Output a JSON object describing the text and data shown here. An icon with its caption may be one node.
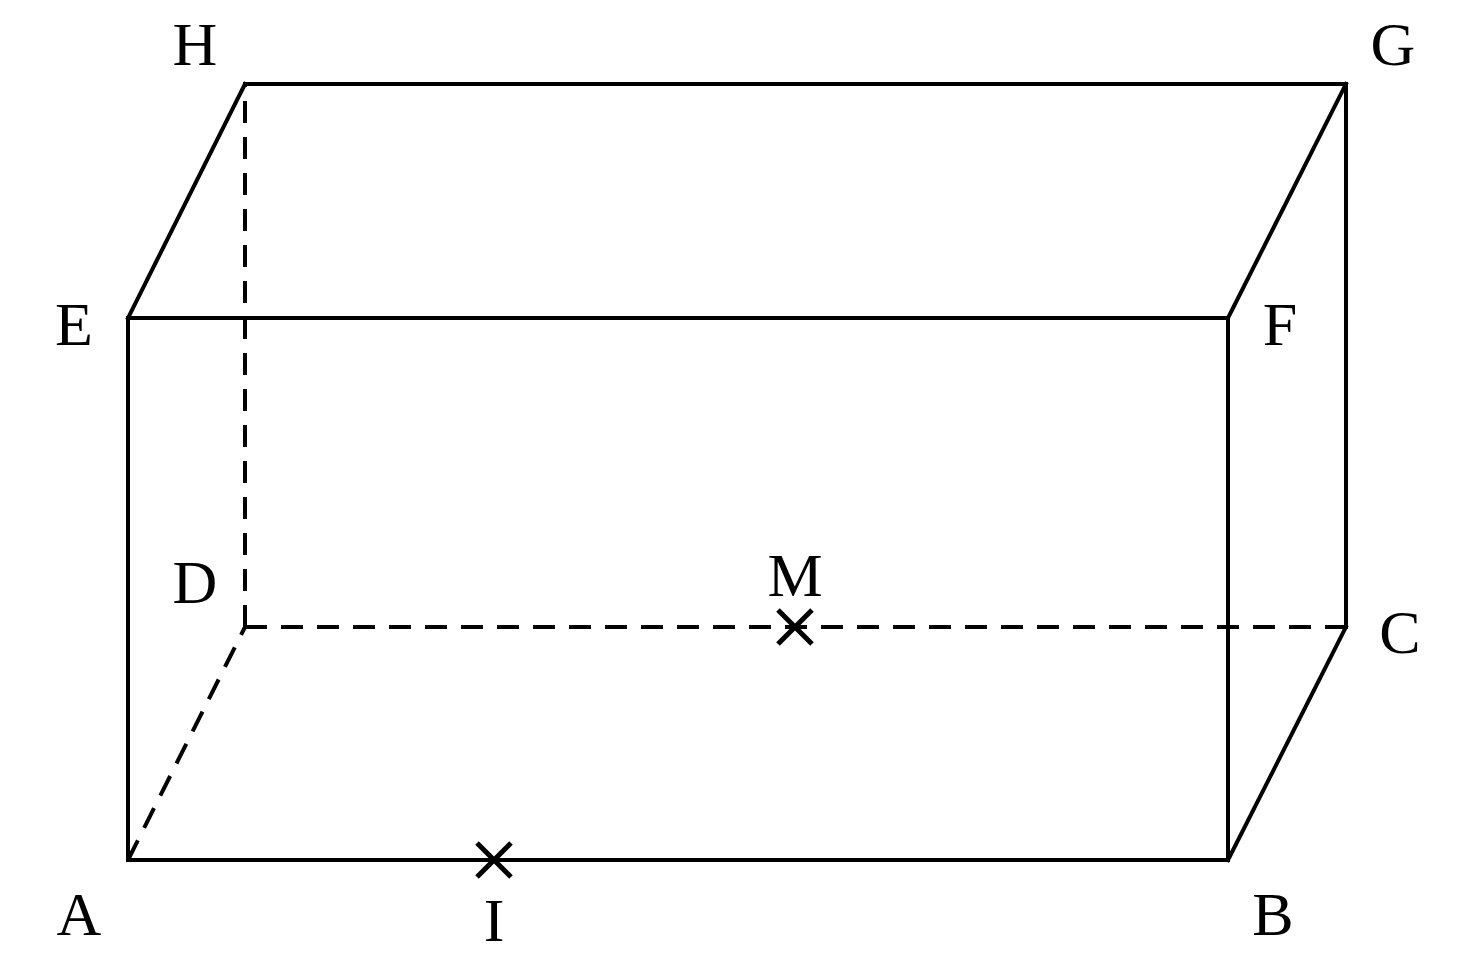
{
  "diagram": {
    "nodes": [
      {
        "text": [
          "H"
        ]
      },
      {
        "text": [
          "G"
        ]
      },
      {
        "text": [
          "E"
        ]
      },
      {
        "text": [
          "F"
        ]
      },
      {
        "text": [
          "D"
        ]
      },
      {
        "text": [
          "C"
        ]
      },
      {
        "text": [
          "A"
        ]
      },
      {
        "text": [
          "B"
        ]
      }
    ],
    "edges": [
      {
        "from": 6,
        "to": 7,
        "arrow": "none"
      },
      {
        "from": 7,
        "to": 3,
        "arrow": "none"
      },
      {
        "from": 3,
        "to": 2,
        "arrow": "none"
      },
      {
        "from": 2,
        "to": 6,
        "arrow": "none"
      },
      {
        "from": 7,
        "to": 5,
        "arrow": "none"
      },
      {
        "from": 5,
        "to": 1,
        "arrow": "none"
      },
      {
        "from": 1,
        "to": 0,
        "arrow": "none"
      },
      {
        "from": 0,
        "to": 2,
        "arrow": "none"
      },
      {
        "from": 3,
        "to": 1,
        "arrow": "none"
      },
      {
        "from": 6,
        "to": 4,
        "arrow": "none",
        "style": "dashed"
      },
      {
        "from": 4,
        "to": 5,
        "arrow": "none",
        "style": "dashed"
      },
      {
        "from": 4,
        "to": 0,
        "arrow": "none",
        "style": "dashed"
      }
    ],
    "labels": [
      "M",
      "I"
    ]
  }
}
